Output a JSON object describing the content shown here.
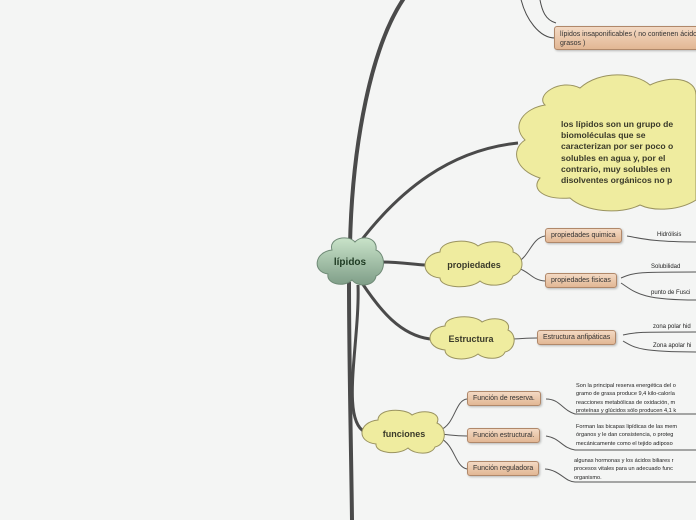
{
  "root": {
    "label": "lípidos"
  },
  "top": {
    "insap": "lípidos insaponificables ( no contienen ácidos grasos )"
  },
  "definition": {
    "lines": [
      "los lípidos son un grupo de",
      "biomoléculas que se",
      "caracterizan por ser poco o",
      "solubles en agua y, por el",
      "contrario, muy solubles en",
      "disolventes orgánicos no p"
    ]
  },
  "propiedades": {
    "label": "propiedades",
    "quimica": "propiedades quimica",
    "hidrolisis": "Hidrólisis",
    "fisicas": "propiedades fisicas",
    "solubilidad": "Solubilidad",
    "fusion": "punto de Fusci"
  },
  "estructura": {
    "label": "Estructura",
    "anfipaticas": "Estructura anfipáticas",
    "polar": "zona polar hid",
    "apolar": "Zona apolar hi"
  },
  "funciones": {
    "label": "funciones",
    "reserva": "Función de reserva.",
    "reserva_text": [
      "Son la principal reserva energética del o",
      "gramo de grasa produce 9,4 kilo-caloría",
      "reacciones metabólicas de oxidación, m",
      "proteínas y glúcidos sólo producen 4,1 k"
    ],
    "estructural": "Función estructural.",
    "estructural_text": [
      " Forman las bicapas lipídicas de las mem",
      "órganos y le dan consistencia, o proteg",
      "mecánicamente como el tejido adiposo"
    ],
    "reguladora": "Función reguladora",
    "reguladora_text": [
      "algunas hormonas y los ácidos biliares r",
      "procesos vitales para un adecuado func",
      "organismo."
    ]
  },
  "colors": {
    "root_top": "#c9e3c9",
    "root_bottom": "#7f9e88",
    "cloud": "#efec9f",
    "cloud_border": "#9a9360",
    "branch": "#4a4a4a"
  }
}
